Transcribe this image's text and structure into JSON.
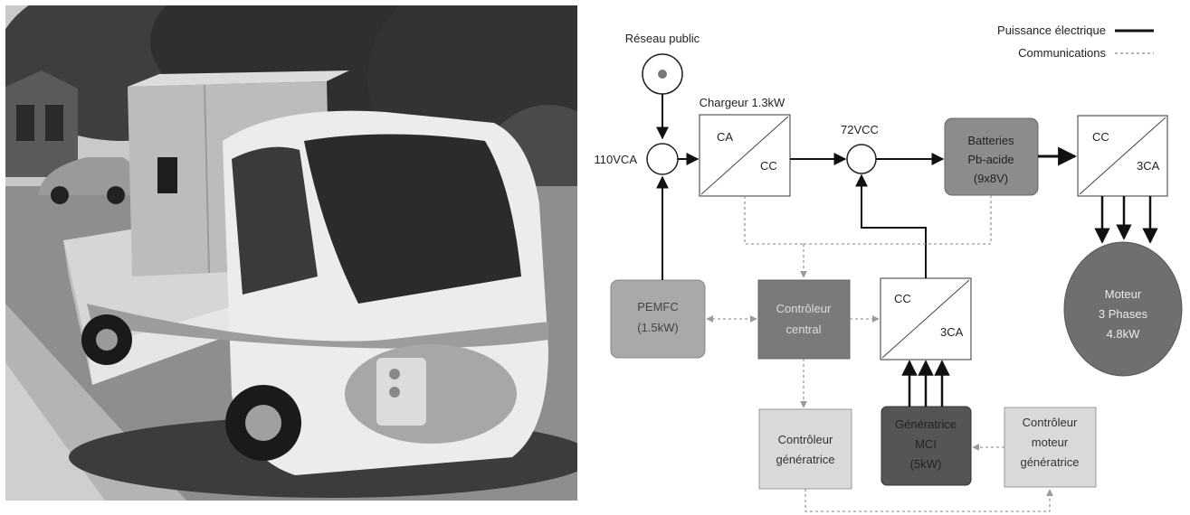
{
  "legend": {
    "power": "Puissance électrique",
    "comms": "Communications"
  },
  "labels": {
    "grid": "Réseau public",
    "ac_bus": "110VCA",
    "charger_title": "Chargeur 1.3kW",
    "charger_in": "CA",
    "charger_out": "CC",
    "dc_bus": "72VCC",
    "battery_l1": "Batteries",
    "battery_l2": "Pb-acide",
    "battery_l3": "(9x8V)",
    "inv_motor_in": "CC",
    "inv_motor_out": "3CA",
    "motor_l1": "Moteur",
    "motor_l2": "3 Phases",
    "motor_l3": "4.8kW",
    "fc_l1": "PEMFC",
    "fc_l2": "(1.5kW)",
    "central_l1": "Contrôleur",
    "central_l2": "central",
    "rect_in": "CC",
    "rect_out": "3CA",
    "gen_l1": "Génératrice",
    "gen_l2": "MCI",
    "gen_l3": "(5kW)",
    "genctl_l1": "Contrôleur",
    "genctl_l2": "génératrice",
    "engctl_l1": "Contrôleur",
    "engctl_l2": "moteur",
    "engctl_l3": "génératrice"
  },
  "colors": {
    "power_line": "#111111",
    "comm_line": "#9a9a9a",
    "battery_fill": "#8c8c8c",
    "motor_fill": "#6f6f6f",
    "fc_fill": "#a9a9a9",
    "central_fill": "#7a7a7a",
    "gen_fill": "#555555",
    "light_fill": "#d9d9d9"
  }
}
